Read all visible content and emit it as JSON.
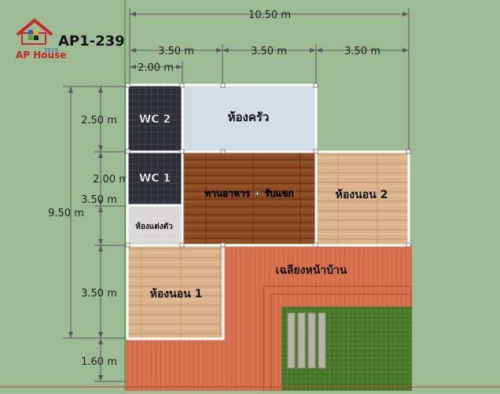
{
  "brand": {
    "logo_text": "AP House",
    "logo_year": "2019",
    "plan_code": "AP1-239"
  },
  "dimensions": {
    "total_width": "10.50 m",
    "col1_width": "3.50 m",
    "col2_width": "3.50 m",
    "col3_width": "3.50 m",
    "wc_width": "2.00 m",
    "total_depth": "9.50 m",
    "row_kitchen": "2.50 m",
    "row_wc1": "2.00 m",
    "row_dressing": "3.50 m",
    "row_bedroom1": "3.50 m",
    "row_bottom": "1.60 m"
  },
  "rooms": {
    "wc2": "WC 2",
    "kitchen": "ห้องครัว",
    "wc1": "WC 1",
    "dining": "ทานอาหาร + รับแขก",
    "bedroom2": "ห้องนอน 2",
    "dressing": "ห้องแต่งตัว",
    "porch": "เฉลียงหน้าบ้าน",
    "bedroom1": "ห้องนอน 1"
  },
  "colors": {
    "background": "#9dbb94",
    "wall": "#ffffff",
    "dim_line": "#5a5a5a",
    "wood_light": "#d9b48c",
    "wood_dark": "#8a4a22",
    "porch": "#d9734f",
    "tile_dark": "#2c3036",
    "kitchen_floor": "#d3dde6",
    "lawn": "#4a7a2a"
  }
}
